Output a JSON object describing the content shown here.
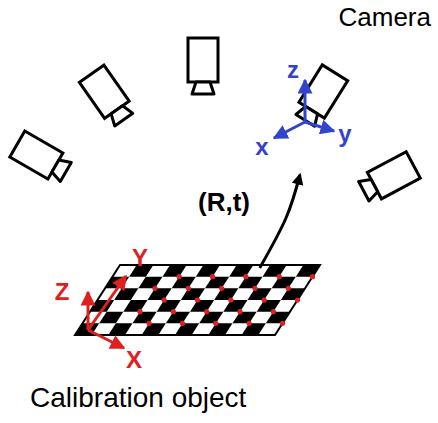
{
  "diagram": {
    "nodes": [
      {
        "text": [
          "Calibration object"
        ]
      },
      {
        "text": [
          "Camera"
        ]
      }
    ],
    "edges": [
      {
        "from": 0,
        "to": 1,
        "arrow": "to",
        "label": "(R,t)"
      }
    ],
    "labels": [
      "X",
      "Y",
      "Z",
      "x",
      "y",
      "z"
    ]
  }
}
